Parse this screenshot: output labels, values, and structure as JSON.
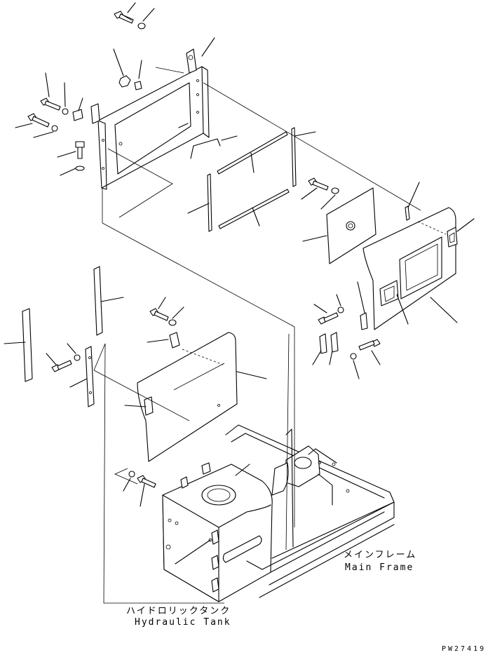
{
  "labels": {
    "main_frame_jp": "メインフレーム",
    "main_frame_en": "Main Frame",
    "hydraulic_tank_jp": "ハイドロリックタンク",
    "hydraulic_tank_en": "Hydraulic Tank",
    "drawing_code": "PW27419"
  }
}
